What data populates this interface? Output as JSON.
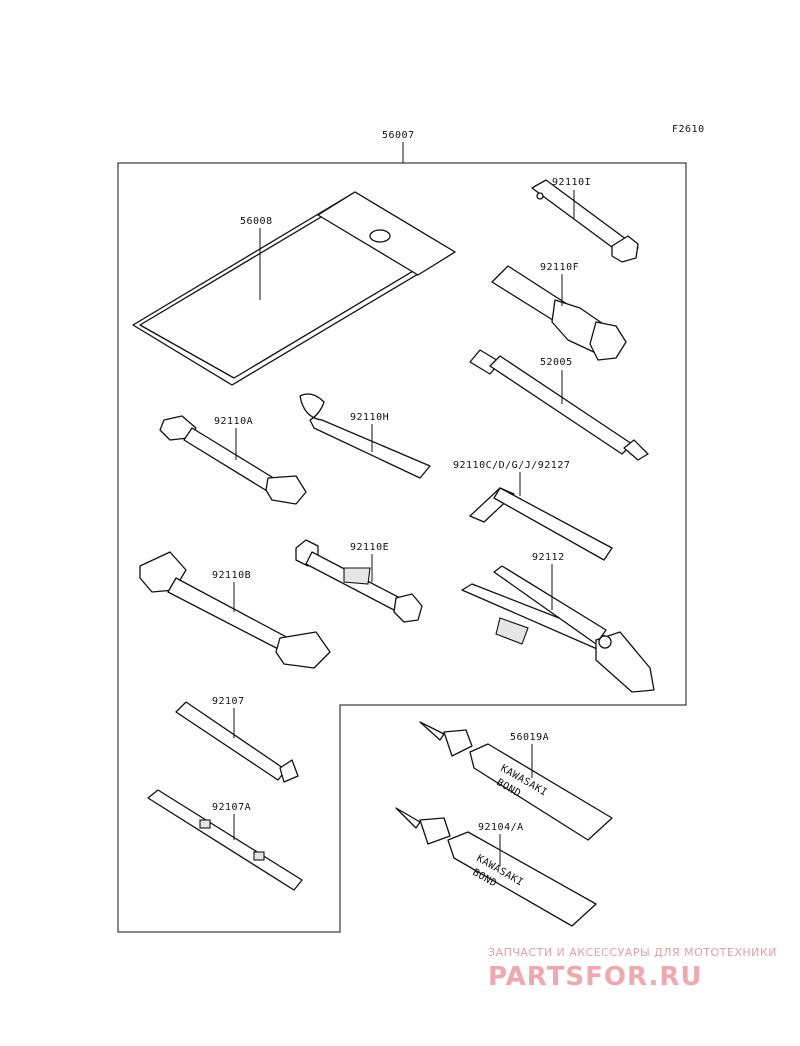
{
  "figure_code": "F2610",
  "labels": {
    "tool_kit": "56007",
    "pouch": "56008",
    "wrench_92110I": "92110I",
    "plug_wrench_92110F": "92110F",
    "tool_52005": "52005",
    "wrench_92110A": "92110A",
    "hook_wrench_92110H": "92110H",
    "hex_wrenches": "92110C/D/G/J/92127",
    "wrench_92110B": "92110B",
    "box_wrench_92110E": "92110E",
    "pliers": "92112",
    "screwdriver_92107": "92107",
    "screwdriver_92107A": "92107A",
    "bond_56019A": "56019A",
    "bond_92104A": "92104/A"
  },
  "tube_print": {
    "brand": "KAWASAKI",
    "word": "BOND"
  },
  "watermark": {
    "tagline": "ЗАПЧАСТИ И АКСЕССУАРЫ ДЛЯ МОТОТЕХНИКИ",
    "site": "PARTSFOR.RU",
    "color": "#f0a8ae"
  }
}
